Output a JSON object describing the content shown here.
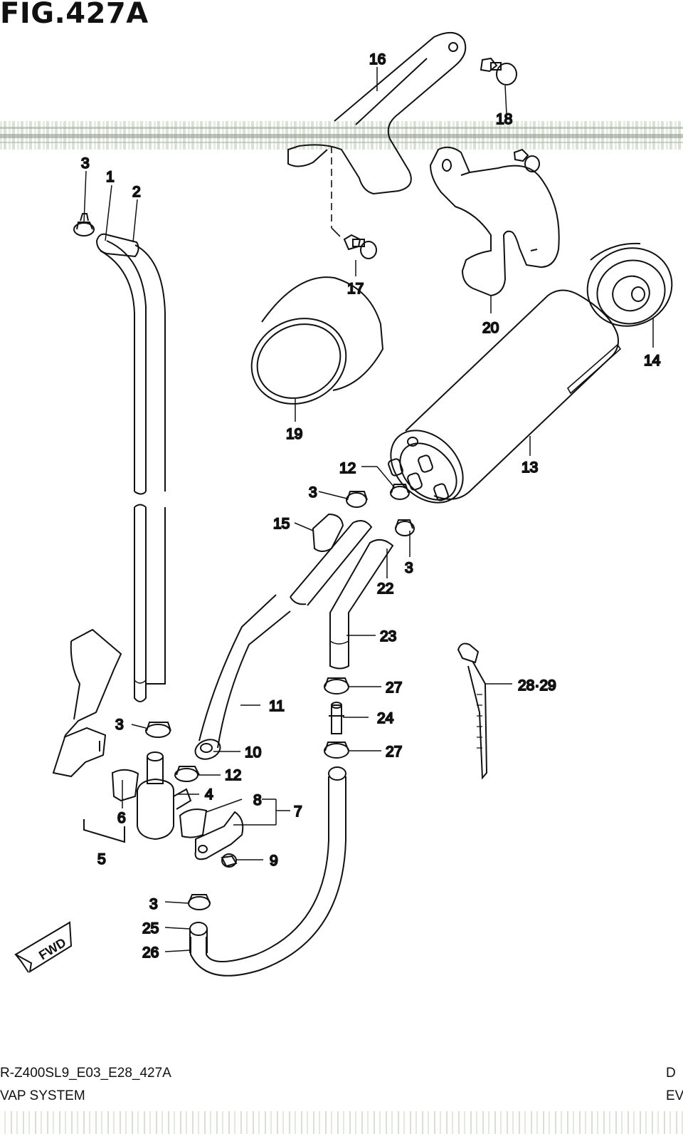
{
  "figure": {
    "title": "FIG.427A"
  },
  "callouts": {
    "c1": "1",
    "c2": "2",
    "c3": "3",
    "c4": "4",
    "c5": "5",
    "c6": "6",
    "c7": "7",
    "c8": "8",
    "c9": "9",
    "c10": "10",
    "c11": "11",
    "c12": "12",
    "c13": "13",
    "c14": "14",
    "c15": "15",
    "c16": "16",
    "c17": "17",
    "c18": "18",
    "c19": "19",
    "c20": "20",
    "c22": "22",
    "c23": "23",
    "c24": "24",
    "c25": "25",
    "c26": "26",
    "c27": "27",
    "c28_29": "28·29"
  },
  "fwd_label": "FWD",
  "footer": {
    "code_left": "R-Z400SL9_E03_E28_427A",
    "system_left": "VAP SYSTEM",
    "code_right": "D",
    "system_right": "EV"
  }
}
